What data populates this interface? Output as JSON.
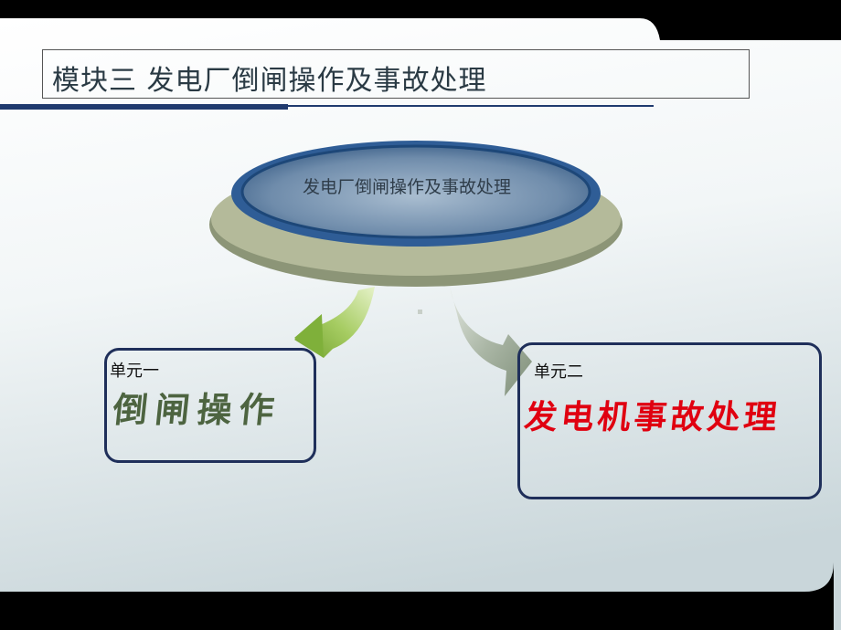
{
  "slide": {
    "title": "模块三   发电厂倒闸操作及事故处理",
    "center_label": "发电厂倒闸操作及事故处理",
    "units": [
      {
        "label": "单元一",
        "name": "倒闸操作"
      },
      {
        "label": "单元二",
        "name": "发电机事故处理"
      }
    ]
  },
  "colors": {
    "title_text": "#2a3a44",
    "accent_bar": "#1f3a6e",
    "box_border": "#1f2f5a",
    "unit1_name": "#4d6440",
    "unit2_name": "#e00010",
    "arrow_left": "#7fb03a",
    "arrow_right": "#8f9e88"
  }
}
